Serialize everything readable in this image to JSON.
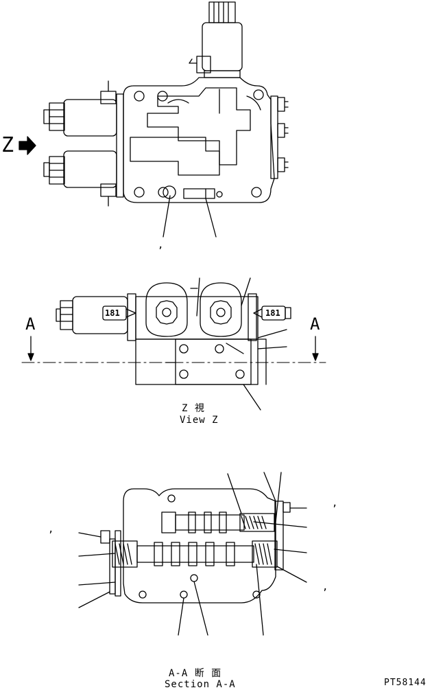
{
  "top_view": {
    "z_marker": "Z"
  },
  "view_z": {
    "section_mark_left": "A",
    "section_mark_right": "A",
    "connector_left": "181",
    "connector_right": "181",
    "caption_jp": "Z 視",
    "caption_en": "View Z"
  },
  "section_aa": {
    "caption_jp": "A-A 断 面",
    "caption_en": "Section A-A"
  },
  "drawing_number": "PT58144",
  "stray_marks": {
    "comma": ","
  },
  "colors": {
    "ink": "#000000",
    "paper": "#ffffff"
  }
}
